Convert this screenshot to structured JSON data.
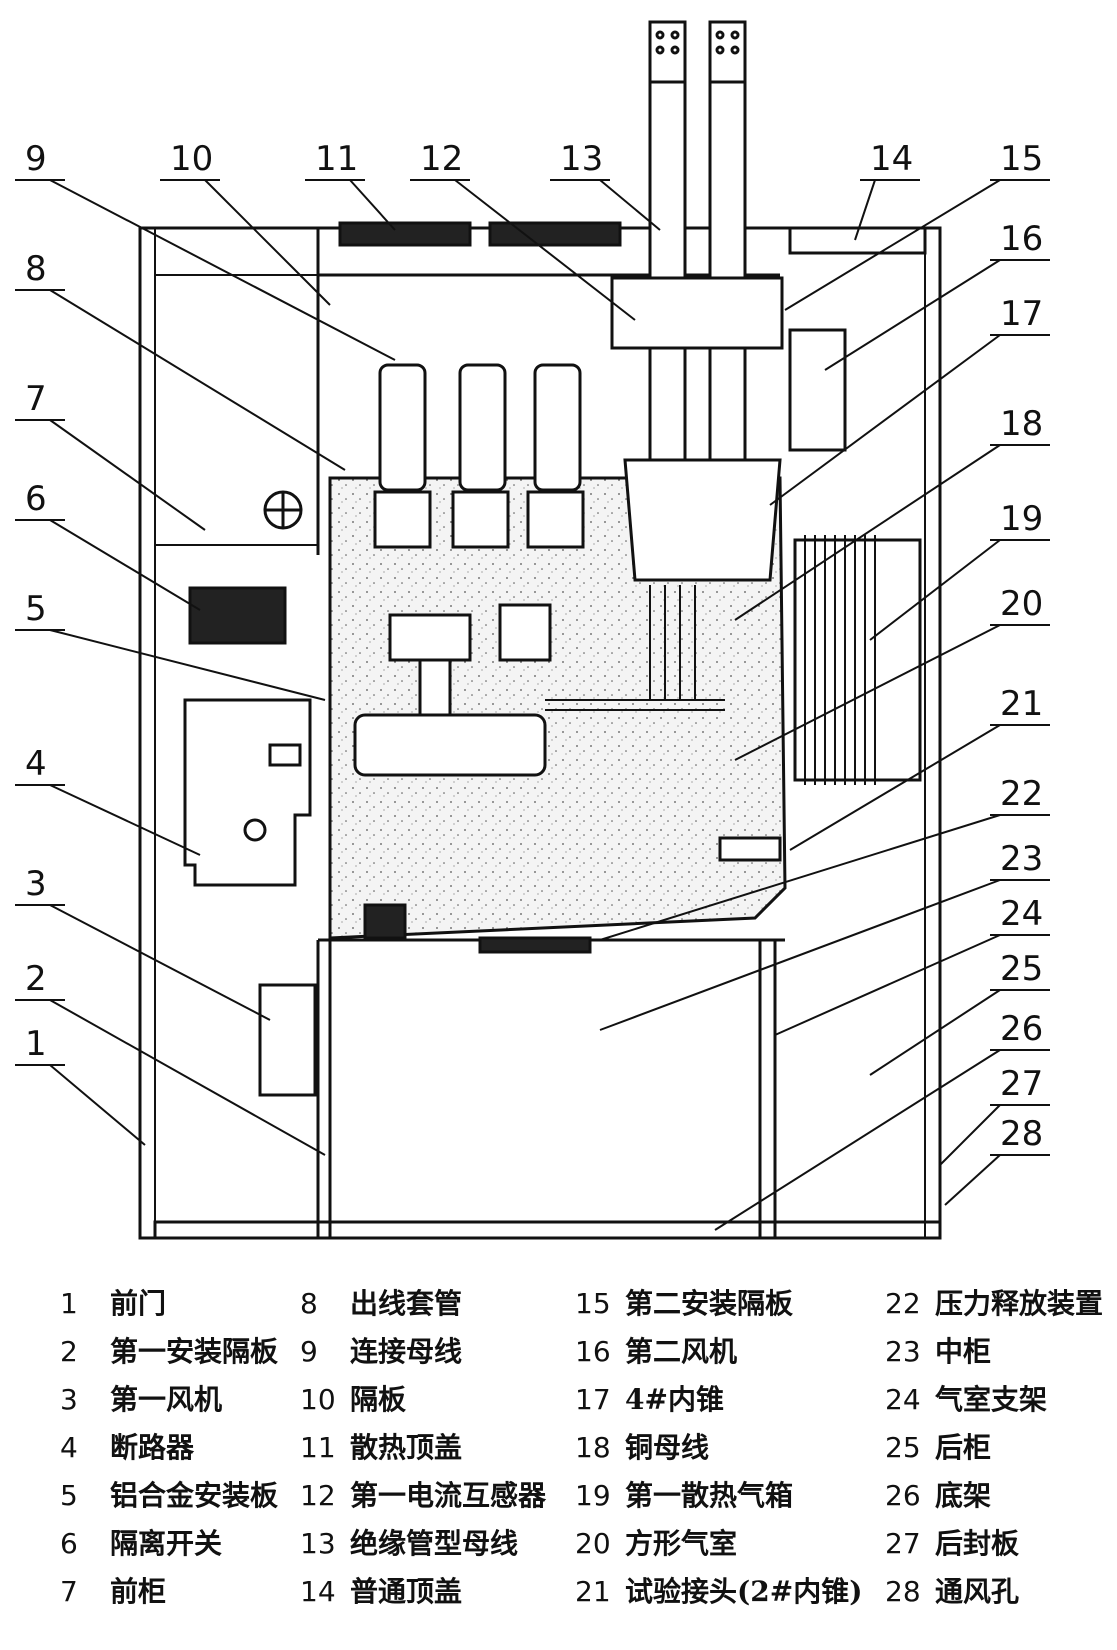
{
  "callouts": [
    "1",
    "2",
    "3",
    "4",
    "5",
    "6",
    "7",
    "8",
    "9",
    "10",
    "11",
    "12",
    "13",
    "14",
    "15",
    "16",
    "17",
    "18",
    "19",
    "20",
    "21",
    "22",
    "23",
    "24",
    "25",
    "26",
    "27",
    "28"
  ],
  "legend": {
    "col1": [
      {
        "num": "1",
        "label": "前门"
      },
      {
        "num": "2",
        "label": "第一安装隔板"
      },
      {
        "num": "3",
        "label": "第一风机"
      },
      {
        "num": "4",
        "label": "断路器"
      },
      {
        "num": "5",
        "label": "铝合金安装板"
      },
      {
        "num": "6",
        "label": "隔离开关"
      },
      {
        "num": "7",
        "label": "前柜"
      }
    ],
    "col2": [
      {
        "num": "8",
        "label": "出线套管"
      },
      {
        "num": "9",
        "label": "连接母线"
      },
      {
        "num": "10",
        "label": "隔板"
      },
      {
        "num": "11",
        "label": "散热顶盖"
      },
      {
        "num": "12",
        "label": "第一电流互感器"
      },
      {
        "num": "13",
        "label": "绝缘管型母线"
      },
      {
        "num": "14",
        "label": "普通顶盖"
      }
    ],
    "col3": [
      {
        "num": "15",
        "label": "第二安装隔板"
      },
      {
        "num": "16",
        "label": "第二风机"
      },
      {
        "num": "17",
        "label": "4#内锥"
      },
      {
        "num": "18",
        "label": "铜母线"
      },
      {
        "num": "19",
        "label": "第一散热气箱"
      },
      {
        "num": "20",
        "label": "方形气室"
      },
      {
        "num": "21",
        "label": "试验接头(2#内锥)"
      }
    ],
    "col4": [
      {
        "num": "22",
        "label": "压力释放装置"
      },
      {
        "num": "23",
        "label": "中柜"
      },
      {
        "num": "24",
        "label": "气室支架"
      },
      {
        "num": "25",
        "label": "后柜"
      },
      {
        "num": "26",
        "label": "底架"
      },
      {
        "num": "27",
        "label": "后封板"
      },
      {
        "num": "28",
        "label": "通风孔"
      }
    ]
  }
}
